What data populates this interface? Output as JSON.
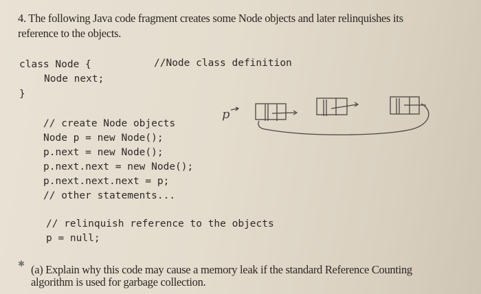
{
  "question": {
    "line1": "4. The following Java code fragment creates some Node objects and later relinquishes its",
    "line2": "reference to the objects."
  },
  "code": {
    "class_decl": "class Node {",
    "class_comment": "//Node class definition",
    "field": "Node next;",
    "close_brace": "}",
    "block1": [
      "// create Node objects",
      "Node p = new Node();",
      "p.next = new Node();",
      "p.next.next = new Node();",
      "p.next.next.next = p;",
      "// other statements..."
    ],
    "block2": [
      "// relinquish reference to the objects",
      "p = null;"
    ]
  },
  "diagram": {
    "pointer_label": "p"
  },
  "part_a": {
    "marker_icon": "star-mark",
    "line1": "(a) Explain why this code may cause a memory leak if the standard Reference Counting",
    "line2": "algorithm is used for garbage collection."
  }
}
